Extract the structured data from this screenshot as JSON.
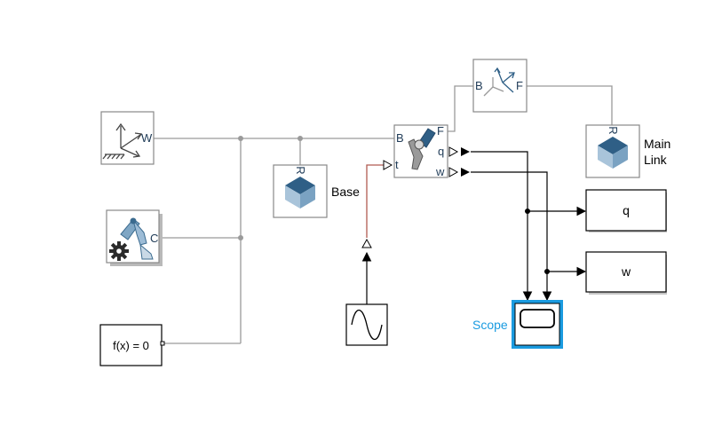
{
  "blocks": {
    "world_frame": {
      "port": "W"
    },
    "mechanism_config": {
      "port": "C"
    },
    "solver_config": {
      "text": "f(x) = 0"
    },
    "base_solid": {
      "port": "R",
      "label": "Base"
    },
    "revolute_joint": {
      "ports": {
        "base": "B",
        "follower": "F",
        "torque": "t",
        "position": "q",
        "velocity": "w"
      }
    },
    "rigid_transform": {
      "ports": {
        "base": "B",
        "follower": "F"
      }
    },
    "main_link_solid": {
      "port": "R",
      "label_line1": "Main",
      "label_line2": "Link"
    },
    "sine_wave": {},
    "out_q": {
      "text": "q"
    },
    "out_w": {
      "text": "w"
    },
    "scope": {
      "label": "Scope"
    }
  },
  "colors": {
    "connection": "#9a9a9a",
    "physical_signal": "#b05a50",
    "signal": "#000000",
    "block_border": "#888888",
    "accent_blue": "#1a9be0",
    "solid_blue_dark": "#2f5f86",
    "solid_blue_light": "#a9c4da"
  }
}
